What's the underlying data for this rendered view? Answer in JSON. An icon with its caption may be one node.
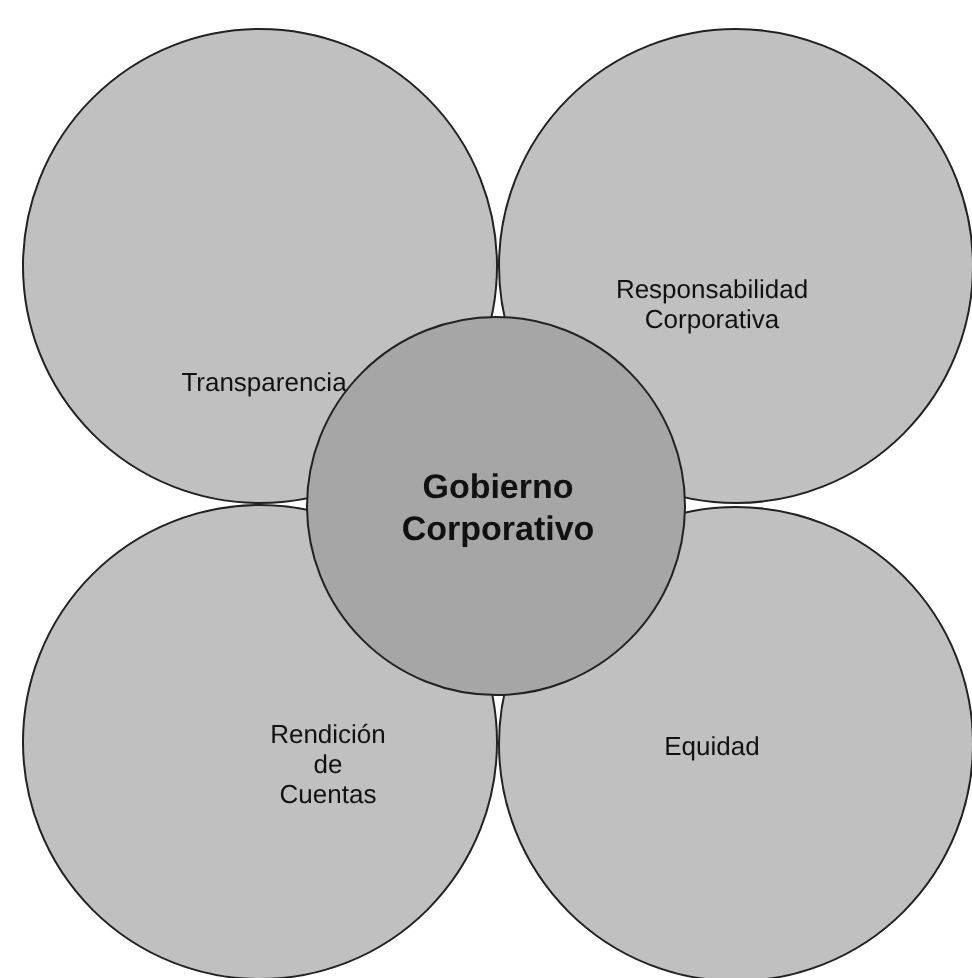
{
  "diagram": {
    "nodes": [
      {
        "text": [
          "Transparencia"
        ]
      },
      {
        "text": [
          "Responsabilidad Corporativa"
        ]
      },
      {
        "text": [
          "Rendición de Cuentas"
        ]
      },
      {
        "text": [
          "Equidad"
        ]
      },
      {
        "text": [
          "Gobierno Corporativo"
        ]
      }
    ]
  }
}
